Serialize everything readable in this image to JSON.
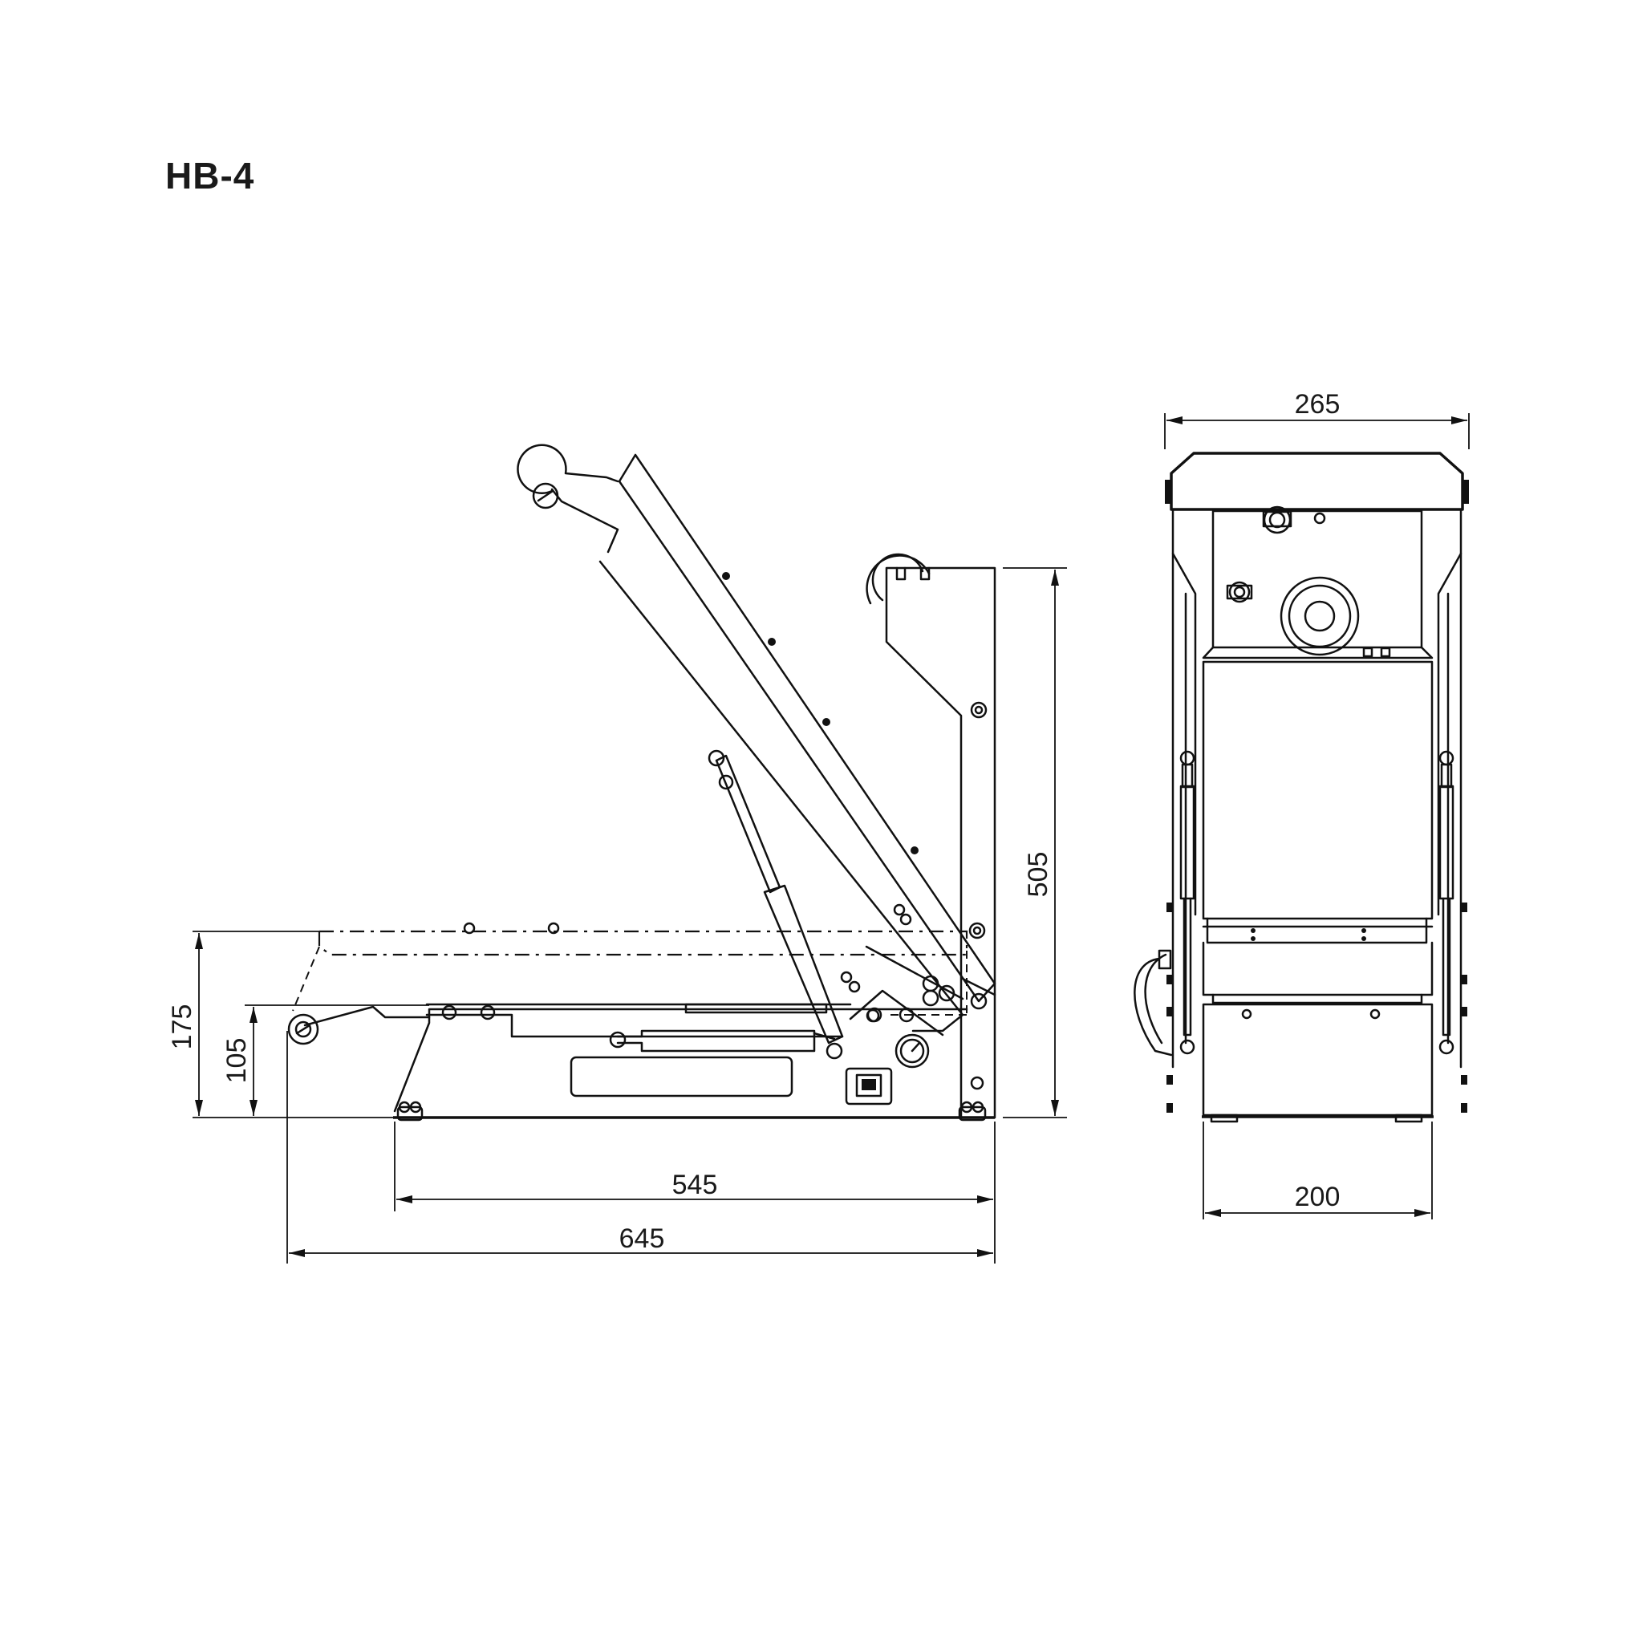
{
  "title": "HB-4",
  "dimensions": {
    "height_total": "505",
    "height_open_tray": "175",
    "height_closed": "105",
    "depth_base": "545",
    "depth_total": "645",
    "width_top": "265",
    "width_base": "200"
  }
}
